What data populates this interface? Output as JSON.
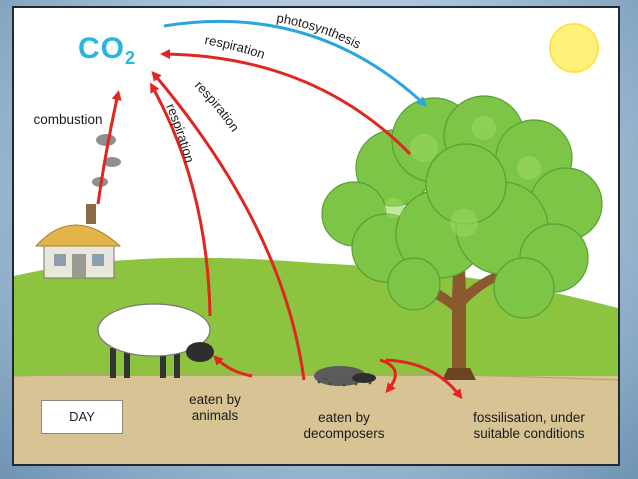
{
  "co2": {
    "main": "CO",
    "sub": "2"
  },
  "labels": {
    "combustion": "combustion",
    "photosynthesis": "photosynthesis",
    "respiration_top": "respiration",
    "respiration_mid": "respiration",
    "respiration_left": "respiration",
    "eaten_animals_1": "eaten by",
    "eaten_animals_2": "animals",
    "eaten_decomposers_1": "eaten by",
    "eaten_decomposers_2": "decomposers",
    "fossil_1": "fossilisation, under",
    "fossil_2": "suitable conditions",
    "day": "DAY"
  },
  "colors": {
    "arrow_red": "#e0261f",
    "arrow_blue": "#2aa6dd",
    "co2_text": "#27b6e0",
    "grass": "#8cc43f",
    "soil": "#d7c394",
    "sky": "#ffffff",
    "sun": "#fff27a"
  }
}
